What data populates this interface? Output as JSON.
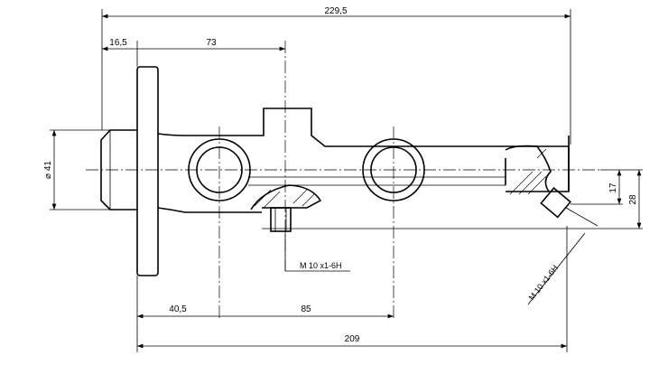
{
  "dimensions": {
    "overall_length": "229,5",
    "flange_offset": "16,5",
    "port_offset": "73",
    "bore1_offset": "40,5",
    "bore_spacing": "85",
    "body_length": "209",
    "nozzle_diameter": "⌀ 41",
    "port_height_17": "17",
    "port_height_28": "28"
  },
  "threads": {
    "port_left": "M 10 x1-6H",
    "port_right": "M 10 x1-6H"
  }
}
